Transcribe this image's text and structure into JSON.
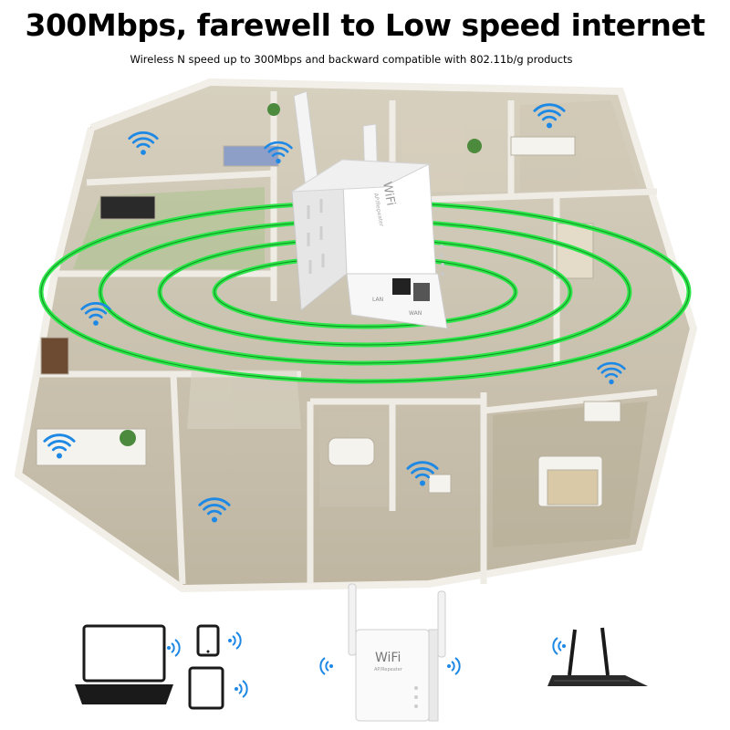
{
  "header": {
    "title": "300Mbps, farewell to Low speed internet",
    "subtitle": "Wireless N speed up to 300Mbps and backward compatible with 802.11b/g products"
  },
  "device": {
    "brand_text": "WiFi",
    "model_text": "AP/Repeater",
    "port_lan_label": "LAN",
    "port_wan_label": "WAN"
  },
  "colors": {
    "wifi_blue": "#1e88e5",
    "signal_green": "#2ee64a",
    "floor": "#c9c1ad",
    "wall": "#e9e6e0"
  },
  "icons": {
    "wifi": "wifi-icon",
    "laptop": "laptop-icon",
    "tablet": "tablet-icon",
    "router": "router-icon",
    "repeater": "repeater-icon"
  }
}
